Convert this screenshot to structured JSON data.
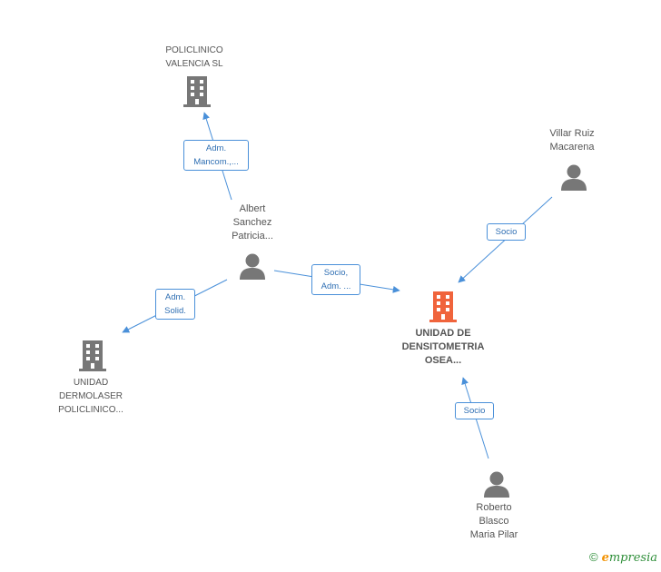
{
  "nodes": {
    "policlinico_valencia": {
      "label": "POLICLINICO\nVALENCIA SL",
      "icon": "building-icon",
      "color": "#777777"
    },
    "villar_ruiz": {
      "label": "Villar Ruiz\nMacarena",
      "icon": "person-icon",
      "color": "#777777"
    },
    "albert_sanchez": {
      "label": "Albert\nSanchez\nPatricia...",
      "icon": "person-icon",
      "color": "#777777"
    },
    "unidad_densitometria": {
      "label": "UNIDAD DE\nDENSITOMETRIA\nOSEA...",
      "icon": "building-icon",
      "color": "#f0643c"
    },
    "unidad_dermolaser": {
      "label": "UNIDAD\nDERMOLASER\nPOLICLINICO...",
      "icon": "building-icon",
      "color": "#777777"
    },
    "roberto_blasco": {
      "label": "Roberto\nBlasco\nMaria Pilar",
      "icon": "person-icon",
      "color": "#777777"
    }
  },
  "edges": {
    "adm_mancom": "Adm.\nMancom.,...",
    "socio_villar": "Socio",
    "socio_adm": "Socio,\nAdm. ...",
    "adm_solid": "Adm.\nSolid.",
    "socio_roberto": "Socio"
  },
  "footer": {
    "copyright": "©",
    "brand_first": "e",
    "brand_rest": "mpresia"
  },
  "colors": {
    "edge": "#4a90d9",
    "main_node": "#f0643c",
    "node": "#777777"
  }
}
